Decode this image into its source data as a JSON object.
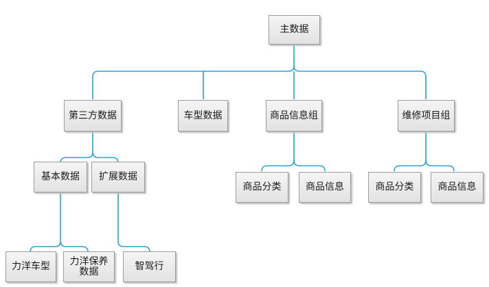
{
  "diagram": {
    "type": "org-tree",
    "connector_color": "#2aa3d6",
    "node_fill": "#ebebeb",
    "node_border": "#9c9c9c",
    "root": {
      "label": "主数据"
    },
    "level1": [
      {
        "label": "第三方数据"
      },
      {
        "label": "车型数据"
      },
      {
        "label": "商品信息组"
      },
      {
        "label": "维修项目组"
      }
    ],
    "third_party_children": [
      {
        "label": "基本数据"
      },
      {
        "label": "扩展数据"
      }
    ],
    "basic_children": [
      {
        "label": "力洋车型"
      },
      {
        "label": "力洋保养数据"
      }
    ],
    "extended_children": [
      {
        "label": "智驾行"
      }
    ],
    "goods_group_children": [
      {
        "label": "商品分类"
      },
      {
        "label": "商品信息"
      }
    ],
    "repair_group_children": [
      {
        "label": "商品分类"
      },
      {
        "label": "商品信息"
      }
    ]
  }
}
